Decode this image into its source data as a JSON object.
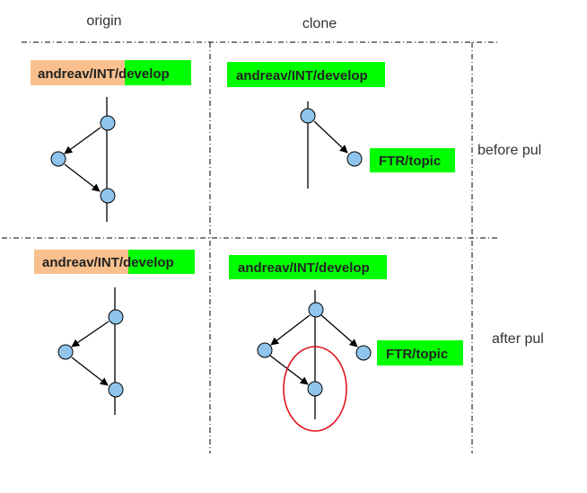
{
  "columns": {
    "origin": "origin",
    "clone": "clone"
  },
  "rows": {
    "before": "before pul",
    "after": "after pul"
  },
  "branch_int": "andreav/INT/develop",
  "branch_ftr": "FTR/topic",
  "colors": {
    "green": "#00ff00",
    "peach": "#f9c08e",
    "node": "#8fc4ec",
    "highlight": "#e0141a"
  }
}
